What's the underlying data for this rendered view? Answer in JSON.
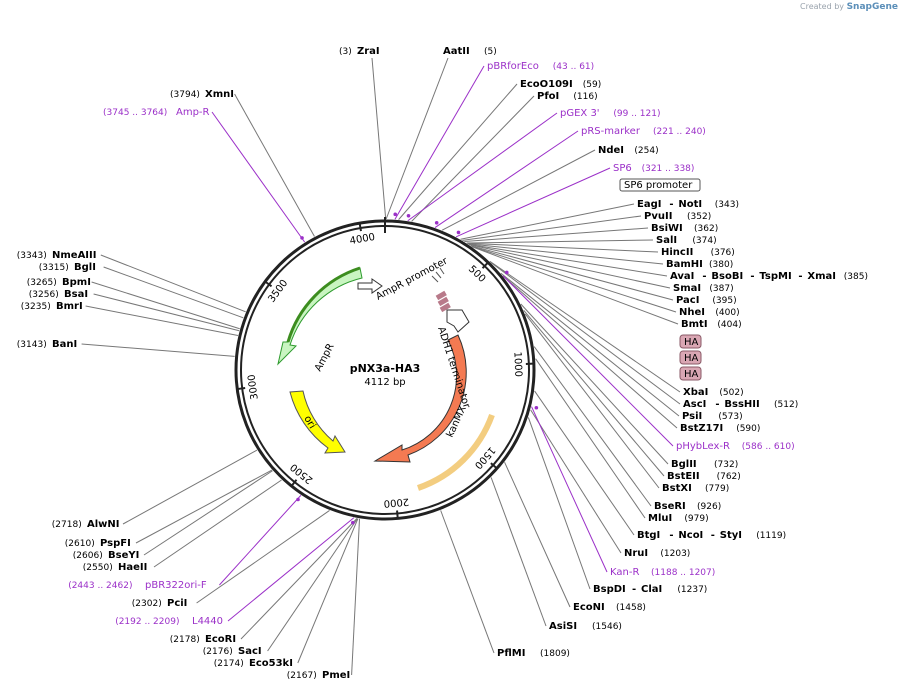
{
  "branding": {
    "created_by": "Created by",
    "app": "SnapGene"
  },
  "plasmid": {
    "name": "pNX3a-HA3",
    "size_label": "4112 bp",
    "length": 4112
  },
  "colors": {
    "backbone": "#222222",
    "primer": "#9b30c8",
    "ampr": "#c9f5c1",
    "ampr_edge": "#2e9b2e",
    "ori": "#ffff00",
    "kanmx": "#f47a52",
    "kanmx_glow": "#f0c060",
    "ha_tag": "#d9a6b3"
  },
  "ticks": [
    "500",
    "1000",
    "1500",
    "2000",
    "2500",
    "3000",
    "3500",
    "4000"
  ],
  "features": [
    {
      "name": "AmpR promoter",
      "label": "AmpR promoter"
    },
    {
      "name": "AmpR",
      "label": "AmpR"
    },
    {
      "name": "ori",
      "label": "ori"
    },
    {
      "name": "kanMX",
      "label": "kanMX"
    },
    {
      "name": "ADH1 terminator",
      "label": "ADH1 terminator"
    }
  ],
  "labels_left": [
    {
      "pos": "(3794)",
      "name": "XmnI"
    },
    {
      "pos": "(3745 .. 3764)",
      "name": "Amp-R",
      "primer": true
    },
    {
      "pos": "(3343)",
      "name": "NmeAIII"
    },
    {
      "pos": "(3315)",
      "name": "BglI"
    },
    {
      "pos": "(3265)",
      "name": "BpmI"
    },
    {
      "pos": "(3256)",
      "name": "BsaI"
    },
    {
      "pos": "(3235)",
      "name": "BmrI"
    },
    {
      "pos": "(3143)",
      "name": "BanI"
    },
    {
      "pos": "(2718)",
      "name": "AlwNI"
    },
    {
      "pos": "(2610)",
      "name": "PspFI"
    },
    {
      "pos": "(2606)",
      "name": "BseYI"
    },
    {
      "pos": "(2550)",
      "name": "HaeII"
    },
    {
      "pos": "(2443 .. 2462)",
      "name": "pBR322ori-F",
      "primer": true
    },
    {
      "pos": "(2302)",
      "name": "PciI"
    },
    {
      "pos": "(2192 .. 2209)",
      "name": "L4440",
      "primer": true
    },
    {
      "pos": "(2178)",
      "name": "EcoRI"
    },
    {
      "pos": "(2176)",
      "name": "SacI"
    },
    {
      "pos": "(2174)",
      "name": "Eco53kI"
    },
    {
      "pos": "(2167)",
      "name": "PmeI"
    }
  ],
  "labels_top": [
    {
      "pos": "(3)",
      "name": "ZraI"
    },
    {
      "pos": "(5)",
      "name": "AatII"
    }
  ],
  "labels_right": [
    {
      "name": "pBRforEco",
      "pos": "(43 .. 61)",
      "primer": true
    },
    {
      "name": "EcoO109I",
      "pos": "(59)"
    },
    {
      "name": "PfoI",
      "pos": "(116)"
    },
    {
      "name": "pGEX 3'",
      "pos": "(99 .. 121)",
      "primer": true
    },
    {
      "name": "pRS-marker",
      "pos": "(221 .. 240)",
      "primer": true
    },
    {
      "name": "NdeI",
      "pos": "(254)"
    },
    {
      "name": "SP6",
      "pos": "(321 .. 338)",
      "primer": true
    },
    {
      "name": "SP6 promoter",
      "boxed": true
    },
    {
      "name": "EagI",
      "name2": "NotI",
      "pos": "(343)"
    },
    {
      "name": "PvuII",
      "pos": "(352)"
    },
    {
      "name": "BsiWI",
      "pos": "(362)"
    },
    {
      "name": "SalI",
      "pos": "(374)"
    },
    {
      "name": "HincII",
      "pos": "(376)"
    },
    {
      "name": "BamHI",
      "pos": "(380)"
    },
    {
      "name": "AvaI",
      "name2": "BsoBI",
      "name3": "TspMI",
      "name4": "XmaI",
      "pos": "(385)"
    },
    {
      "name": "SmaI",
      "pos": "(387)"
    },
    {
      "name": "PacI",
      "pos": "(395)"
    },
    {
      "name": "NheI",
      "pos": "(400)"
    },
    {
      "name": "BmtI",
      "pos": "(404)"
    },
    {
      "name": "HA",
      "tag": true
    },
    {
      "name": "HA",
      "tag": true
    },
    {
      "name": "HA",
      "tag": true
    },
    {
      "name": "XbaI",
      "pos": "(502)"
    },
    {
      "name": "AscI",
      "name2": "BssHII",
      "pos": "(512)"
    },
    {
      "name": "PsiI",
      "pos": "(573)"
    },
    {
      "name": "BstZ17I",
      "pos": "(590)"
    },
    {
      "name": "pHybLex-R",
      "pos": "(586 .. 610)",
      "primer": true
    },
    {
      "name": "BglII",
      "pos": "(732)"
    },
    {
      "name": "BstEII",
      "pos": "(762)"
    },
    {
      "name": "BstXI",
      "pos": "(779)"
    },
    {
      "name": "BseRI",
      "pos": "(926)"
    },
    {
      "name": "MluI",
      "pos": "(979)"
    },
    {
      "name": "BtgI",
      "name2": "NcoI",
      "name3": "StyI",
      "pos": "(1119)"
    },
    {
      "name": "NruI",
      "pos": "(1203)"
    },
    {
      "name": "Kan-R",
      "pos": "(1188 .. 1207)",
      "primer": true
    },
    {
      "name": "BspDI",
      "name2": "ClaI",
      "pos": "(1237)"
    },
    {
      "name": "EcoNI",
      "pos": "(1458)"
    },
    {
      "name": "AsiSI",
      "pos": "(1546)"
    },
    {
      "name": "PflMI",
      "pos": "(1809)"
    }
  ]
}
